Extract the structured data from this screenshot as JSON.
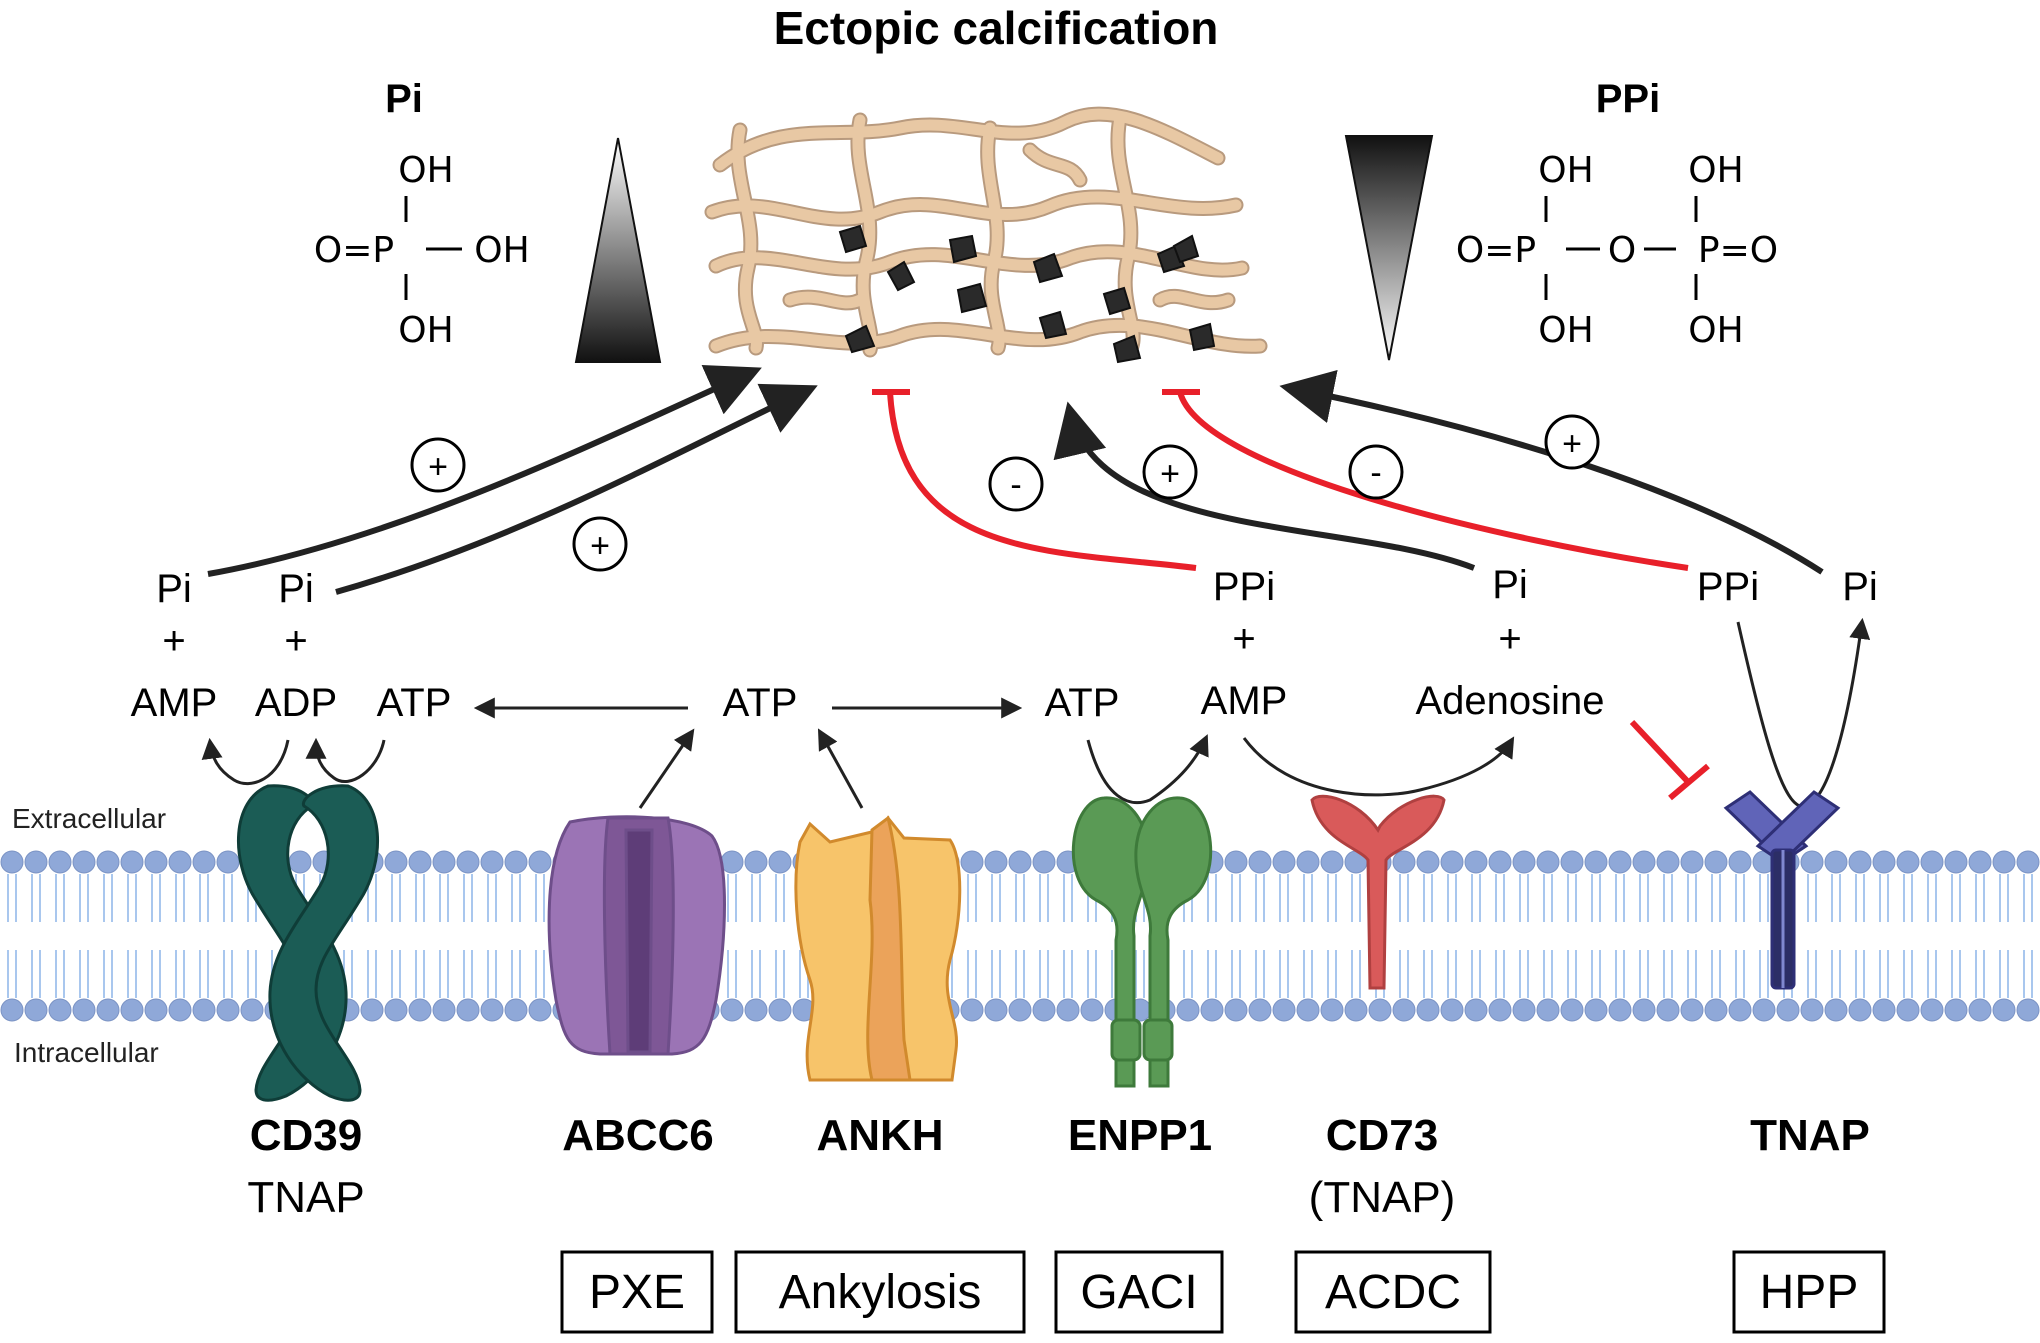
{
  "title": "Ectopic calcification",
  "left_molecule": {
    "name": "Pi",
    "top": "OH",
    "middle_left": "O=P",
    "middle_right": "OH",
    "bottom": "OH"
  },
  "right_molecule": {
    "name": "PPi",
    "top_left": "OH",
    "top_right": "OH",
    "middle_1": "O=P",
    "middle_2": "O",
    "middle_3": "P=O",
    "bottom_left": "OH",
    "bottom_right": "OH"
  },
  "signs": {
    "plus": "+",
    "minus": "-"
  },
  "reactions": {
    "cd39_amp_products": [
      "Pi",
      "+",
      "AMP"
    ],
    "cd39_adp_products": [
      "Pi",
      "+",
      "ADP"
    ],
    "left_atp": "ATP",
    "center_atp": "ATP",
    "enpp1_atp": "ATP",
    "enpp1_products": [
      "PPi",
      "+",
      "AMP"
    ],
    "cd73_products": [
      "Pi",
      "+",
      "Adenosine"
    ],
    "tnap_ppi": "PPi",
    "tnap_pi": "Pi"
  },
  "membrane": {
    "outside": "Extracellular",
    "inside": "Intracellular"
  },
  "colors": {
    "membrane_head": "#8fa8d8",
    "membrane_tail": "#a9c7ee",
    "cd39": "#1b5c55",
    "abcc6": "#9b74b5",
    "ankh": "#f7c46a",
    "enpp1": "#5a9a55",
    "cd73": "#d95a5a",
    "tnap": "#6064b8",
    "inhibit": "#e8202a",
    "fiber": "#e8c8a4"
  },
  "proteins": [
    {
      "name": "CD39",
      "sub": "TNAP"
    },
    {
      "name": "ABCC6",
      "sub": ""
    },
    {
      "name": "ANKH",
      "sub": ""
    },
    {
      "name": "ENPP1",
      "sub": ""
    },
    {
      "name": "CD73",
      "sub": "(TNAP)"
    },
    {
      "name": "TNAP",
      "sub": ""
    }
  ],
  "diseases": [
    "PXE",
    "Ankylosis",
    "GACI",
    "ACDC",
    "HPP"
  ]
}
